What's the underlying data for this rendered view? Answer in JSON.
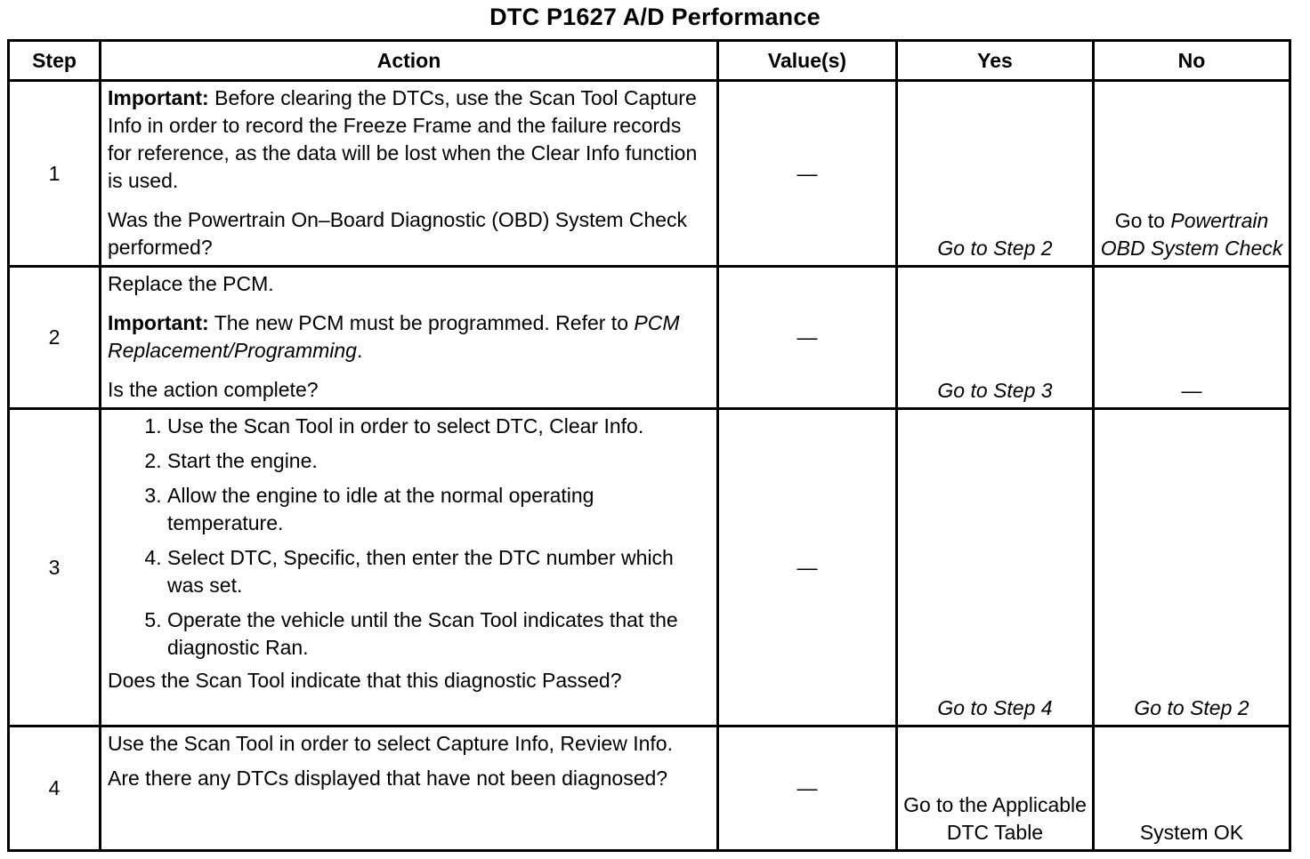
{
  "title": "DTC P1627 A/D Performance",
  "headers": {
    "step": "Step",
    "action": "Action",
    "values": "Value(s)",
    "yes": "Yes",
    "no": "No"
  },
  "rows": [
    {
      "step": "1",
      "important_label": "Important:",
      "important_text": " Before clearing the DTCs, use the Scan Tool Capture Info in order to record the Freeze Frame and the failure records for reference, as the data will be lost when the Clear Info function is used.",
      "question": "Was the Powertrain On–Board Diagnostic (OBD) System Check performed?",
      "value": "—",
      "yes": "Go to Step 2",
      "no_prefix": "Go to ",
      "no_link": "Powertrain OBD System Check"
    },
    {
      "step": "2",
      "line1": "Replace the PCM.",
      "important_label": "Important:",
      "important_text": " The new PCM must be programmed. Refer to ",
      "important_link": "PCM Replacement/Programming",
      "important_end": ".",
      "question": "Is the action complete?",
      "value": "—",
      "yes": "Go to Step 3",
      "no": "—"
    },
    {
      "step": "3",
      "items": [
        "Use the Scan Tool in order to select DTC, Clear Info.",
        "Start the engine.",
        "Allow the engine to idle at the normal operating temperature.",
        "Select DTC, Specific, then enter the DTC number which was set.",
        "Operate the vehicle until the Scan Tool indicates that the diagnostic Ran."
      ],
      "question": "Does the Scan Tool indicate that this diagnostic Passed?",
      "value": "—",
      "yes": "Go to Step 4",
      "no": "Go to Step 2"
    },
    {
      "step": "4",
      "line1": "Use the Scan Tool in order to select Capture Info, Review Info.",
      "question": "Are there any DTCs displayed that have not been diagnosed?",
      "value": "—",
      "yes": "Go to the Applicable DTC Table",
      "no": "System OK"
    }
  ]
}
